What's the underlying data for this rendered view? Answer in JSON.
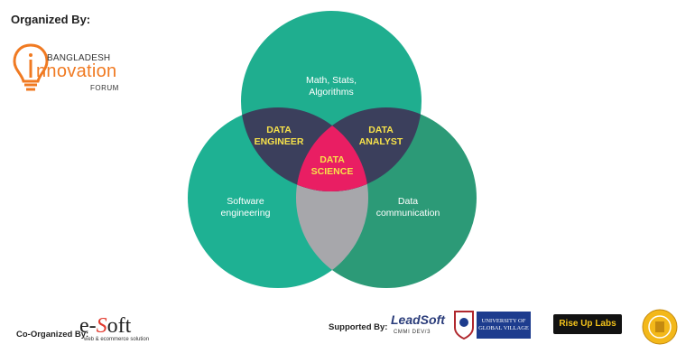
{
  "header": {
    "organized_by": "Organized By:"
  },
  "bif_logo": {
    "line1": "BANGLADESH",
    "line2": "nnovation",
    "line3": "FORUM",
    "accent": "#f07a22"
  },
  "venn": {
    "colors": {
      "top": "#1fae8f",
      "left": "#1eb193",
      "right": "#2c9a77",
      "overlap_top_pair": "#3b3f5c",
      "overlap_bottom": "#a7a7ab",
      "center": "#e91e63"
    },
    "labels": {
      "top": "Math, Stats, Algorithms",
      "left": "Software engineering",
      "right": "Data communication",
      "left_overlap": "DATA ENGINEER",
      "right_overlap": "DATA ANALYST",
      "center": "DATA SCIENCE"
    }
  },
  "footer": {
    "co_organized_by": "Co-Organized By:",
    "esoft_prefix": "e-",
    "esoft_s": "S",
    "esoft_suffix": "oft",
    "esoft_tagline": "web & ecommerce solution",
    "supported_by": "Supported By:",
    "leadsoft_name": "LeadSoft",
    "leadsoft_sub": "CMMI DEV/3",
    "ugv_line1": "UNIVERSITY OF",
    "ugv_line2": "GLOBAL VILLAGE",
    "rise_up": "Rise Up Labs"
  }
}
